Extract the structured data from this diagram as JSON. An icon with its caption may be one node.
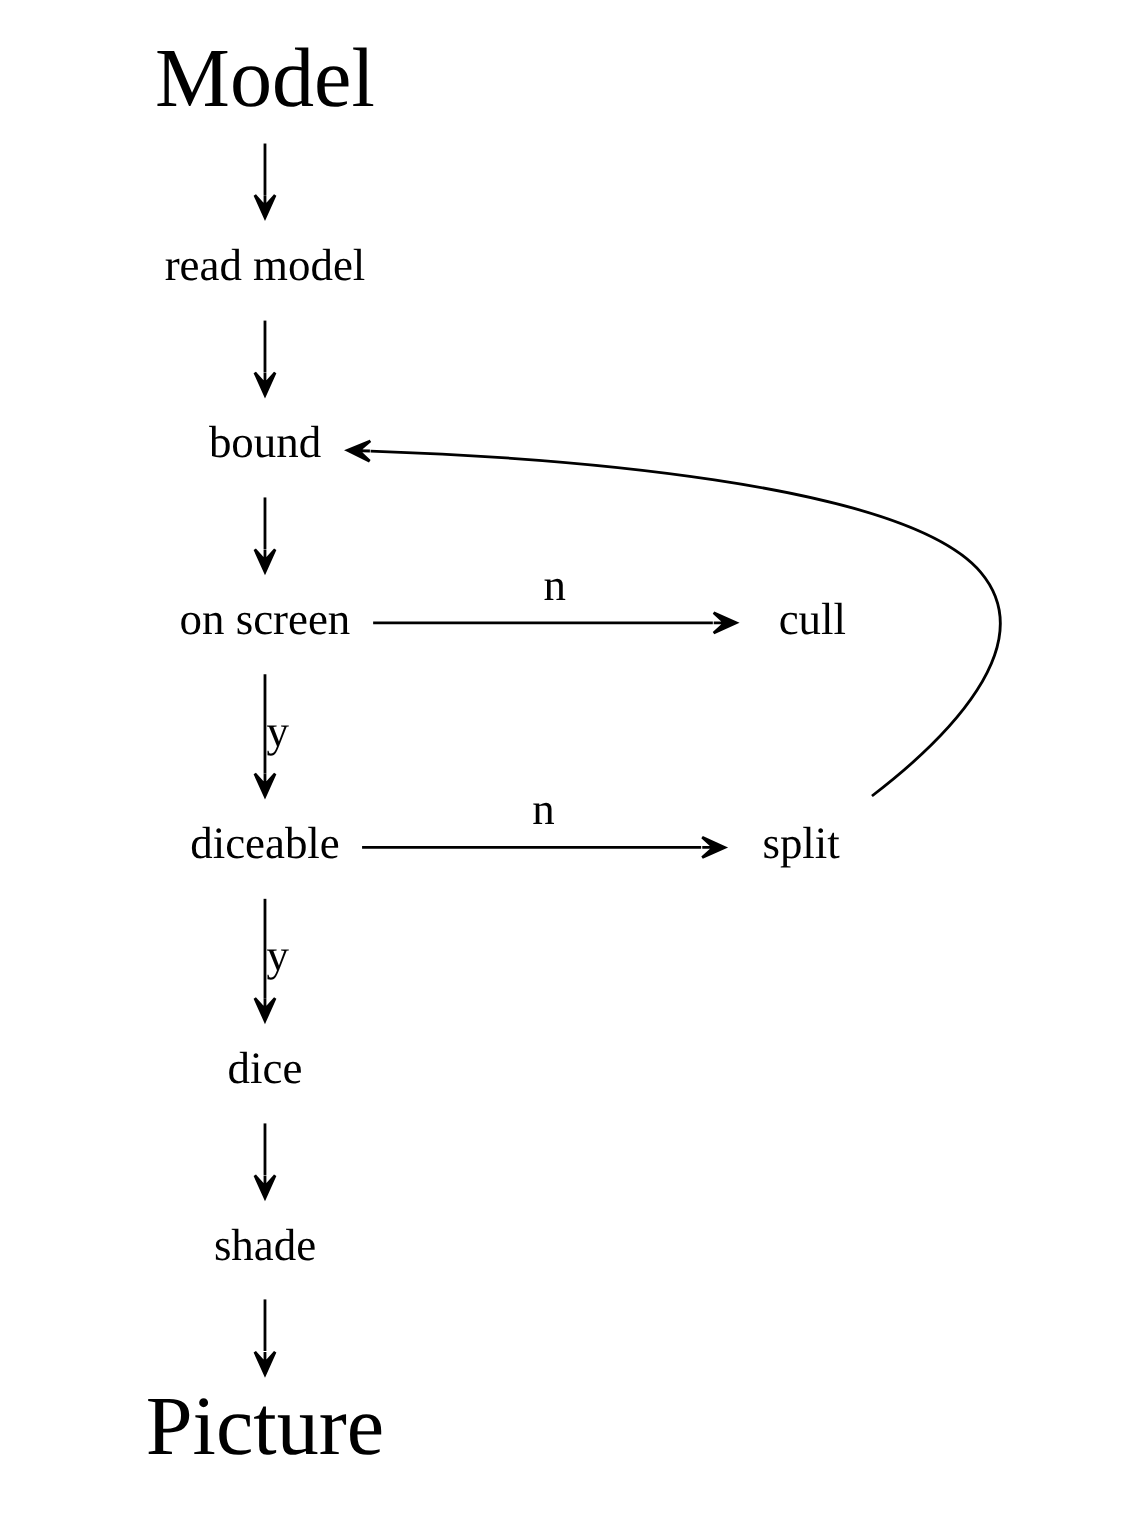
{
  "diagram": {
    "nodes": [
      {
        "text": [
          "Model"
        ]
      },
      {
        "text": [
          "read model"
        ]
      },
      {
        "text": [
          "bound"
        ]
      },
      {
        "text": [
          "on screen"
        ]
      },
      {
        "text": [
          "cull"
        ]
      },
      {
        "text": [
          "split"
        ]
      },
      {
        "text": [
          "diceable"
        ]
      },
      {
        "text": [
          "dice"
        ]
      },
      {
        "text": [
          "shade"
        ]
      },
      {
        "text": [
          "Picture"
        ]
      }
    ],
    "edges": [
      {
        "from": 0,
        "to": 1,
        "arrow": "to"
      },
      {
        "from": 1,
        "to": 2,
        "arrow": "to"
      },
      {
        "from": 2,
        "to": 3,
        "arrow": "to"
      },
      {
        "from": 3,
        "to": 4,
        "arrow": "to",
        "label": "n"
      },
      {
        "from": 3,
        "to": 6,
        "arrow": "to",
        "label": "y"
      },
      {
        "from": 6,
        "to": 5,
        "arrow": "to",
        "label": "n"
      },
      {
        "from": 5,
        "to": 2,
        "arrow": "to"
      },
      {
        "from": 6,
        "to": 7,
        "arrow": "to",
        "label": "y"
      },
      {
        "from": 7,
        "to": 8,
        "arrow": "to"
      },
      {
        "from": 8,
        "to": 9,
        "arrow": "to"
      }
    ]
  }
}
